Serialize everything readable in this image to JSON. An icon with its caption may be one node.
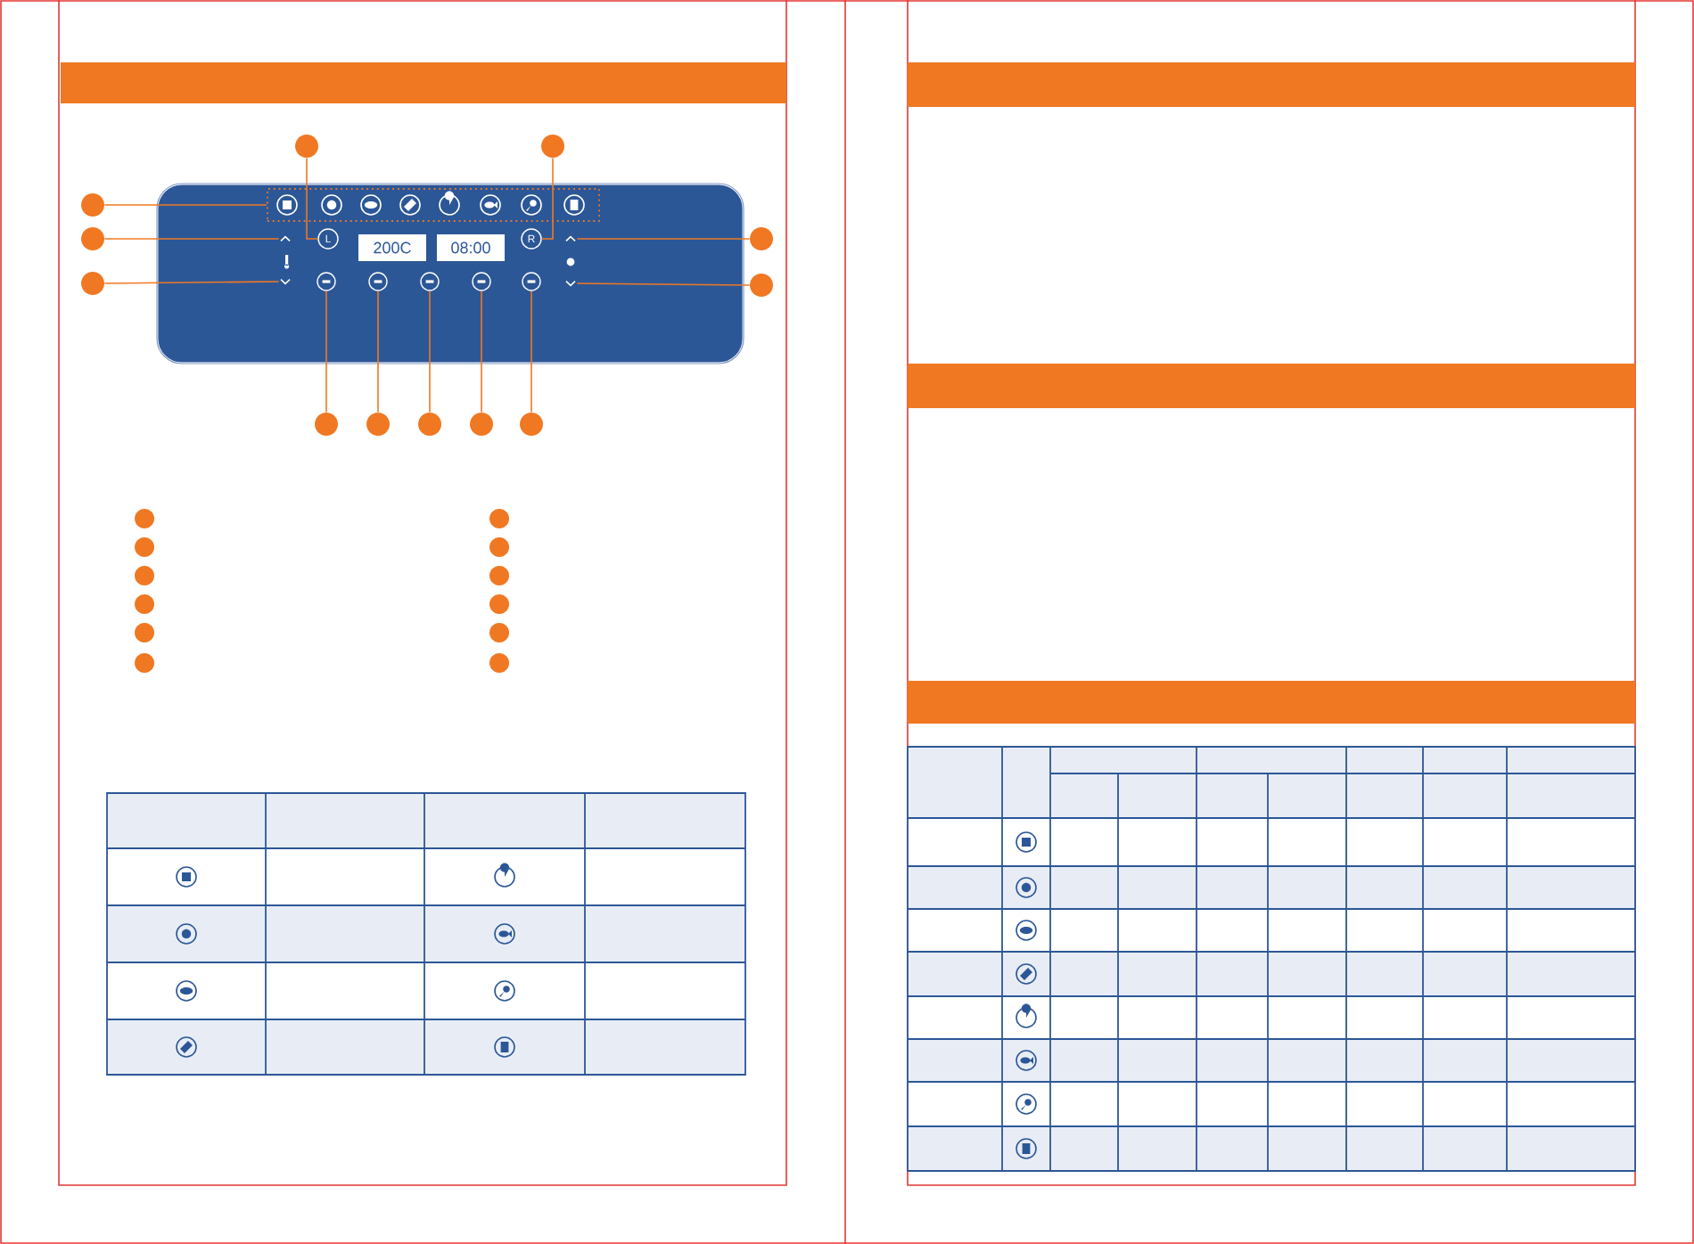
{
  "diagram": {
    "nodes": [
      {
        "text": [],
        "shape": "circle"
      },
      {
        "text": [],
        "shape": "circle"
      },
      {
        "text": [],
        "shape": "circle"
      },
      {
        "text": [],
        "shape": "circle"
      },
      {
        "text": [],
        "shape": "circle"
      },
      {
        "text": [],
        "shape": "circle"
      },
      {
        "text": [],
        "shape": "circle"
      },
      {
        "text": [],
        "shape": "circle"
      },
      {
        "text": [],
        "shape": "circle"
      },
      {
        "text": [],
        "shape": "circle"
      },
      {
        "text": [],
        "shape": "circle"
      },
      {
        "text": [],
        "shape": "circle"
      },
      {
        "text": [],
        "shape": "circle"
      },
      {
        "text": [],
        "shape": "circle"
      },
      {
        "text": [],
        "shape": "circle"
      },
      {
        "text": [],
        "shape": "circle"
      },
      {
        "text": [],
        "shape": "circle"
      },
      {
        "text": [],
        "shape": "circle"
      },
      {
        "text": [],
        "shape": "circle"
      },
      {
        "text": [],
        "shape": "circle"
      },
      {
        "text": [],
        "shape": "circle"
      },
      {
        "text": [],
        "shape": "circle"
      },
      {
        "text": [],
        "shape": "circle"
      },
      {
        "text": [],
        "shape": "circle"
      },
      {
        "text": [
          "L"
        ]
      },
      {
        "text": [
          "200C"
        ]
      },
      {
        "text": [
          "08:00"
        ]
      },
      {
        "text": [
          "R"
        ]
      },
      {
        "text": [],
        "shape": "box"
      },
      {
        "text": [],
        "shape": "chevron"
      },
      {
        "text": [],
        "shape": "chevron"
      },
      {
        "text": [],
        "shape": "chevron"
      },
      {
        "text": [],
        "shape": "chevron"
      },
      {
        "text": [],
        "shape": "circle"
      },
      {
        "text": [],
        "shape": "circle"
      },
      {
        "text": [],
        "shape": "circle"
      },
      {
        "text": [],
        "shape": "circle"
      },
      {
        "text": [],
        "shape": "circle"
      }
    ],
    "edges": [
      {
        "from": 0,
        "to": 24,
        "arrow": "none"
      },
      {
        "from": 1,
        "to": 27,
        "arrow": "none"
      },
      {
        "from": 2,
        "to": 28,
        "arrow": "none"
      },
      {
        "from": 3,
        "to": 29,
        "arrow": "none"
      },
      {
        "from": 4,
        "to": 30,
        "arrow": "none"
      },
      {
        "from": 5,
        "to": 31,
        "arrow": "none"
      },
      {
        "from": 6,
        "to": 32,
        "arrow": "none"
      },
      {
        "from": 7,
        "to": 33,
        "arrow": "none"
      },
      {
        "from": 8,
        "to": 34,
        "arrow": "none"
      },
      {
        "from": 9,
        "to": 35,
        "arrow": "none"
      },
      {
        "from": 10,
        "to": 36,
        "arrow": "none"
      },
      {
        "from": 11,
        "to": 37,
        "arrow": "none"
      }
    ]
  }
}
